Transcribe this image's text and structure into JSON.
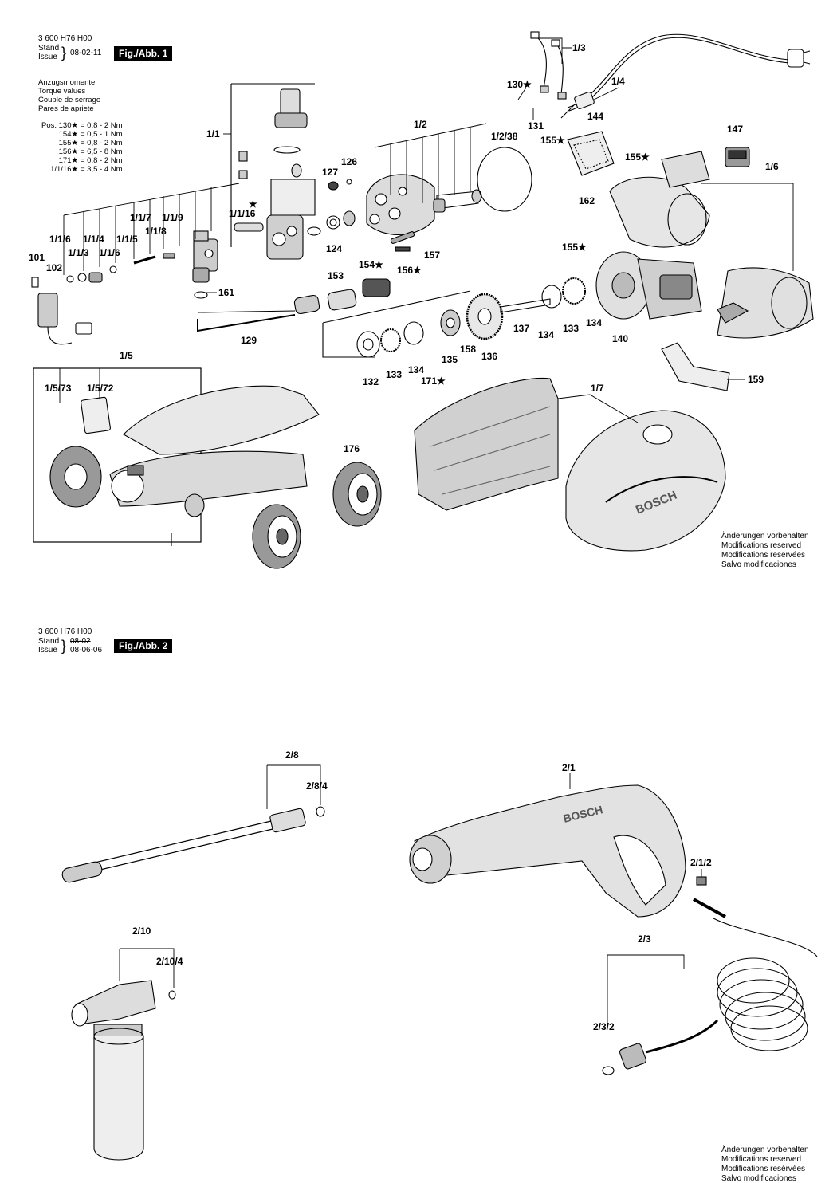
{
  "fig1": {
    "doc_number": "3 600 H76 H00",
    "stand_label": "Stand",
    "issue_label": "Issue",
    "date": "08-02-11",
    "badge": "Fig./Abb. 1",
    "torque_title": [
      "Anzugsmomente",
      "Torque values",
      "Couple de serrage",
      "Pares de apriete"
    ],
    "torque_rows": [
      {
        "pos": "Pos. 130★",
        "value": "= 0,8 - 2 Nm"
      },
      {
        "pos": "154★",
        "value": "= 0,5 - 1 Nm"
      },
      {
        "pos": "155★",
        "value": "= 0,8 - 2 Nm"
      },
      {
        "pos": "156★",
        "value": "= 6,5 - 8 Nm"
      },
      {
        "pos": "171★",
        "value": "= 0,8 - 2 Nm"
      },
      {
        "pos": "1/1/16★",
        "value": "= 3,5 - 4 Nm"
      }
    ],
    "notice": [
      "Änderungen vorbehalten",
      "Modifications reserved",
      "Modifications resérvées",
      "Salvo modificaciones"
    ],
    "labels": {
      "l_1_3": "1/3",
      "l_1_4": "1/4",
      "l_130": "130★",
      "l_131": "131",
      "l_144": "144",
      "l_147": "147",
      "l_155a": "155★",
      "l_155b": "155★",
      "l_155c": "155★",
      "l_1_6": "1/6",
      "l_162": "162",
      "l_1_2": "1/2",
      "l_1_2_38": "1/2/38",
      "l_126": "126",
      "l_127": "127",
      "l_1_1": "1/1",
      "l_1_1_16": "1/1/16",
      "star_1_1_16": "★",
      "l_124": "124",
      "l_157": "157",
      "l_154": "154★",
      "l_156": "156★",
      "l_1_1_7": "1/1/7",
      "l_1_1_9": "1/1/9",
      "l_1_1_8": "1/1/8",
      "l_1_1_6a": "1/1/6",
      "l_1_1_4": "1/1/4",
      "l_1_1_5": "1/1/5",
      "l_1_1_3": "1/1/3",
      "l_1_1_6b": "1/1/6",
      "l_101": "101",
      "l_102": "102",
      "l_153": "153",
      "l_161": "161",
      "l_129": "129",
      "l_137": "137",
      "l_134a": "134",
      "l_133a": "133",
      "l_134b": "134",
      "l_140": "140",
      "l_132": "132",
      "l_133b": "133",
      "l_134c": "134",
      "l_135": "135",
      "l_158": "158",
      "l_136": "136",
      "l_171": "171★",
      "l_159": "159",
      "l_1_5": "1/5",
      "l_1_5_73": "1/5/73",
      "l_1_5_72": "1/5/72",
      "l_176": "176",
      "l_1_7": "1/7"
    }
  },
  "fig2": {
    "doc_number": "3 600 H76 H00",
    "stand_label": "Stand",
    "issue_label": "Issue",
    "date_old": "08-02",
    "date": "08-06-06",
    "badge": "Fig./Abb. 2",
    "notice": [
      "Änderungen vorbehalten",
      "Modifications reserved",
      "Modifications resérvées",
      "Salvo modificaciones"
    ],
    "labels": {
      "l_2_8": "2/8",
      "l_2_8_4": "2/8/4",
      "l_2_1": "2/1",
      "l_2_1_2": "2/1/2",
      "l_2_10": "2/10",
      "l_2_10_4": "2/10/4",
      "l_2_3": "2/3",
      "l_2_3_2": "2/3/2"
    }
  },
  "brand_text": "BOSCH",
  "colors": {
    "ink": "#000000",
    "paper": "#ffffff",
    "part_shade": "#d9d9d9",
    "part_dark": "#3a3a3a"
  }
}
